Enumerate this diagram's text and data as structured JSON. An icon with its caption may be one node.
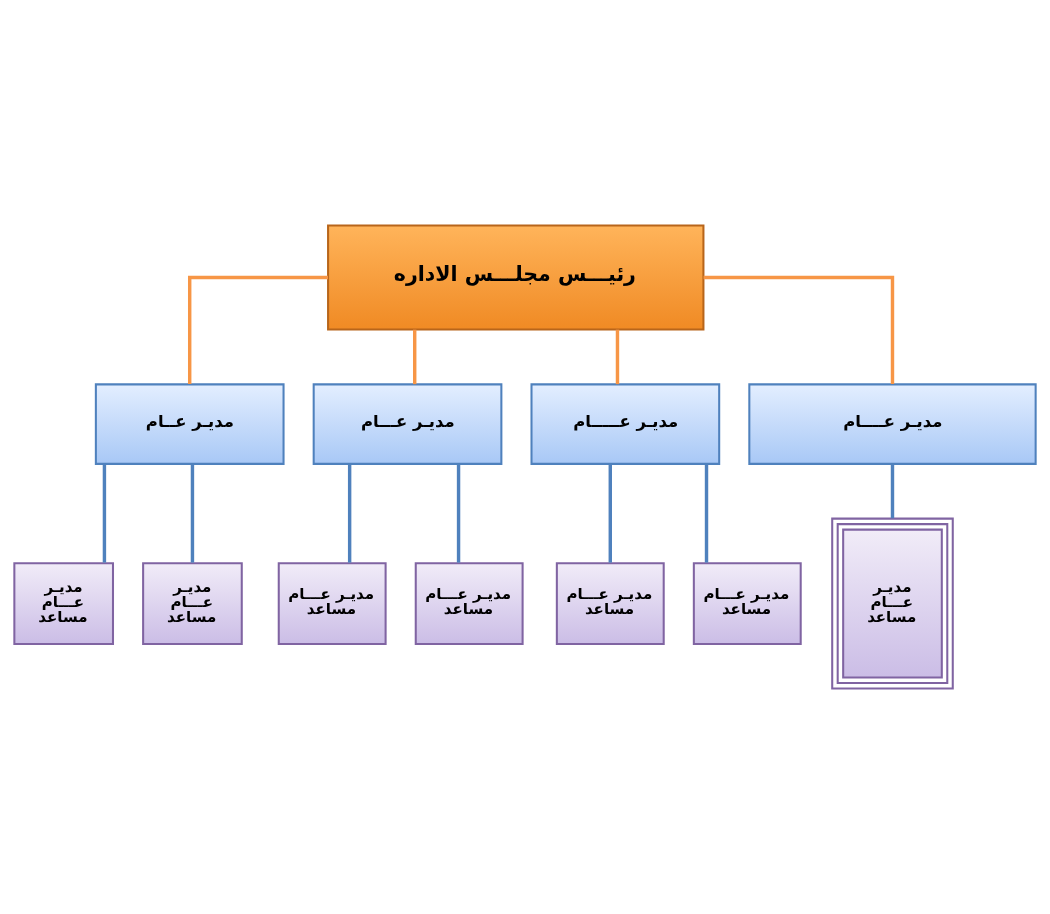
{
  "diagram": {
    "nodes": [
      {
        "text": [
          "رئيـــس مجلـــس الاداره"
        ]
      },
      {
        "text": [
          "مديـر عــام"
        ]
      },
      {
        "text": [
          "مديـر عـــام"
        ]
      },
      {
        "text": [
          "مديـر عـــــام"
        ]
      },
      {
        "text": [
          "مديـر عــــام"
        ]
      },
      {
        "text": [
          "مديـر عـــام مساعد"
        ]
      },
      {
        "text": [
          "مديـر عـــام مساعد"
        ]
      },
      {
        "text": [
          "مديـر عـــام مساعد"
        ]
      },
      {
        "text": [
          "مديـر عـــام مساعد"
        ]
      },
      {
        "text": [
          "مديـر عـــام مساعد"
        ]
      },
      {
        "text": [
          "مديـر عـــام مساعد"
        ]
      },
      {
        "text": [
          "مديـر عـــام مساعد"
        ]
      }
    ],
    "edges": [
      {
        "from": 0,
        "to": 1,
        "arrow": "none",
        "color": "#f79646"
      },
      {
        "from": 0,
        "to": 2,
        "arrow": "none",
        "color": "#f79646"
      },
      {
        "from": 0,
        "to": 3,
        "arrow": "none",
        "color": "#f79646"
      },
      {
        "from": 0,
        "to": 4,
        "arrow": "none",
        "color": "#f79646"
      },
      {
        "from": 1,
        "to": 5,
        "arrow": "none"
      },
      {
        "from": 1,
        "to": 6,
        "arrow": "none"
      },
      {
        "from": 2,
        "to": 7,
        "arrow": "none"
      },
      {
        "from": 2,
        "to": 8,
        "arrow": "none"
      },
      {
        "from": 3,
        "to": 9,
        "arrow": "none"
      },
      {
        "from": 3,
        "to": 10,
        "arrow": "none"
      },
      {
        "from": 4,
        "to": 11,
        "arrow": "none"
      }
    ]
  }
}
